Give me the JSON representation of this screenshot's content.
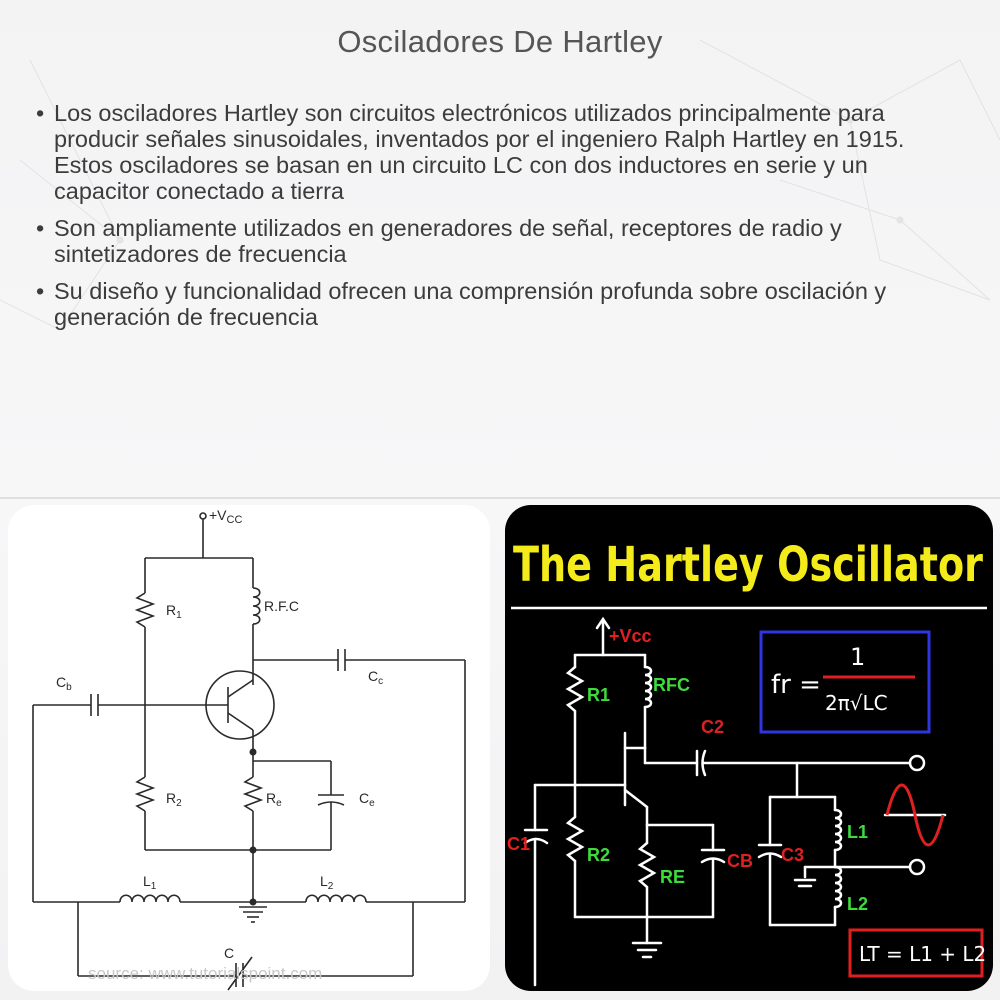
{
  "title": "Osciladores De Hartley",
  "bullets": [
    "Los osciladores Hartley son circuitos electrónicos utilizados principalmente para producir señales sinusoidales, inventados por el ingeniero Ralph Hartley en 1915. Estos osciladores se basan en un circuito LC con dos inductores en serie y un capacitor conectado a tierra",
    "Son ampliamente utilizados en generadores de señal, receptores de radio y sintetizadores de frecuencia",
    "Su diseño y funcionalidad ofrecen una comprensión profunda sobre oscilación y generación de frecuencia"
  ],
  "left_diagram": {
    "vcc": "+V",
    "vcc_sub": "CC",
    "r1": "R",
    "r1_sub": "1",
    "rfc": "R.F.C",
    "cc": "C",
    "cc_sub": "c",
    "cb": "C",
    "cb_sub": "b",
    "r2": "R",
    "r2_sub": "2",
    "re": "R",
    "re_sub": "e",
    "ce": "C",
    "ce_sub": "e",
    "l1": "L",
    "l1_sub": "1",
    "l2": "L",
    "l2_sub": "2",
    "c": "C",
    "source": "source: www.tutorialspoint.com"
  },
  "right_diagram": {
    "title": "The Hartley Oscillator",
    "vcc": "+Vcc",
    "r1": "R1",
    "rfc": "RFC",
    "c2": "C2",
    "c1": "C1",
    "r2": "R2",
    "re": "RE",
    "cb": "CB",
    "c3": "C3",
    "l1": "L1",
    "l2": "L2",
    "formula_lhs": "fr =",
    "formula_num": "1",
    "formula_den": "2π√LC",
    "lt_formula": "LT = L1 + L2",
    "colors": {
      "title": "#f4ec1a",
      "label_green": "#3ddc3d",
      "label_red": "#e02020",
      "formula_box": "#2f35e0",
      "wire": "#ffffff"
    }
  }
}
